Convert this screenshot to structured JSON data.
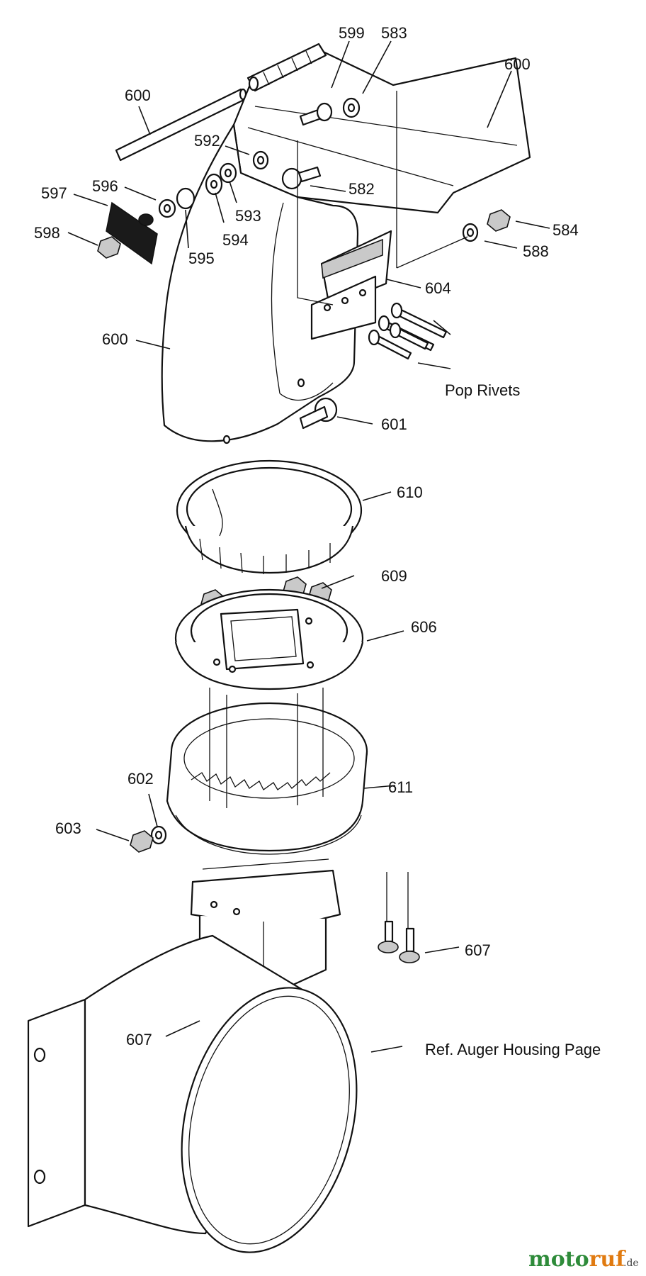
{
  "diagram": {
    "callouts": [
      {
        "id": "599",
        "text": "599"
      },
      {
        "id": "583",
        "text": "583"
      },
      {
        "id": "600a",
        "text": "600"
      },
      {
        "id": "600b",
        "text": "600"
      },
      {
        "id": "592",
        "text": "592"
      },
      {
        "id": "596",
        "text": "596"
      },
      {
        "id": "597",
        "text": "597"
      },
      {
        "id": "582",
        "text": "582"
      },
      {
        "id": "584",
        "text": "584"
      },
      {
        "id": "593",
        "text": "593"
      },
      {
        "id": "598",
        "text": "598"
      },
      {
        "id": "588",
        "text": "588"
      },
      {
        "id": "594",
        "text": "594"
      },
      {
        "id": "595",
        "text": "595"
      },
      {
        "id": "604",
        "text": "604"
      },
      {
        "id": "600c",
        "text": "600"
      },
      {
        "id": "601",
        "text": "601"
      },
      {
        "id": "610",
        "text": "610"
      },
      {
        "id": "609",
        "text": "609"
      },
      {
        "id": "606",
        "text": "606"
      },
      {
        "id": "602",
        "text": "602"
      },
      {
        "id": "611",
        "text": "611"
      },
      {
        "id": "603",
        "text": "603"
      },
      {
        "id": "607a",
        "text": "607"
      },
      {
        "id": "607b",
        "text": "607"
      }
    ],
    "pop_rivets_label": "Pop Rivets",
    "ref_label": "Ref. Auger Housing Page"
  },
  "watermark": {
    "brand": "motoruf",
    "brand_prefix": "moto",
    "brand_suffix": "ruf",
    "tld": ".de",
    "colors": {
      "green": "#2e8b3a",
      "orange": "#e07a10"
    }
  }
}
